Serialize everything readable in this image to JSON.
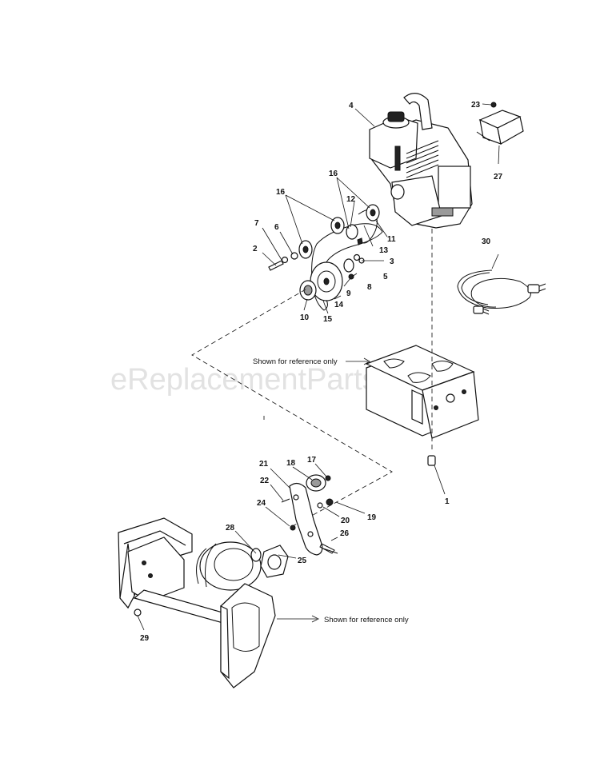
{
  "watermark": "eReplacementParts.com",
  "notes": {
    "housing_ref": "Shown for reference only",
    "auger_ref": "Shown for reference only"
  },
  "callouts": {
    "c1": "1",
    "c2": "2",
    "c3": "3",
    "c4": "4",
    "c5": "5",
    "c6": "6",
    "c7": "7",
    "c8": "8",
    "c9": "9",
    "c10": "10",
    "c11": "11",
    "c12": "12",
    "c13": "13",
    "c14": "14",
    "c15": "15",
    "c16a": "16",
    "c16b": "16",
    "c17": "17",
    "c18": "18",
    "c19": "19",
    "c20": "20",
    "c21": "21",
    "c22": "22",
    "c23": "23",
    "c24": "24",
    "c25": "25",
    "c26": "26",
    "c27": "27",
    "c28": "28",
    "c29": "29",
    "c30": "30"
  }
}
